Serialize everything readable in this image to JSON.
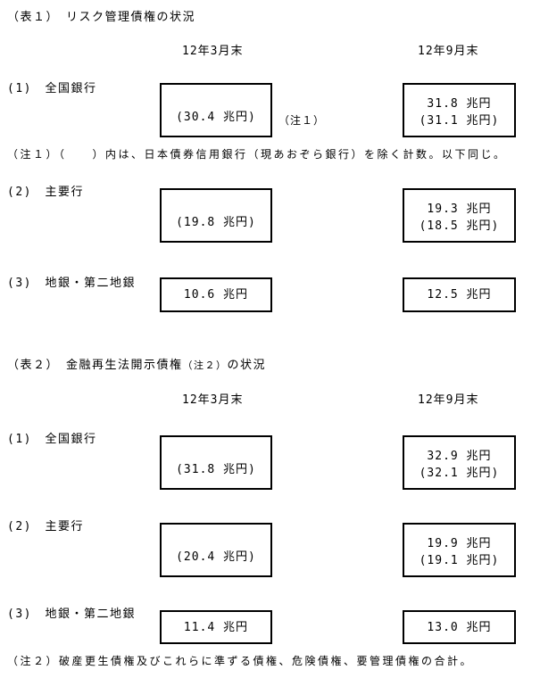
{
  "colors": {
    "background": "#ffffff",
    "text": "#000000",
    "box_border": "#000000"
  },
  "table1": {
    "title": "（表１）　リスク管理債権の状況",
    "col_march": "12年3月末",
    "col_sept": "12年9月末",
    "note": "（注１）（　　）内は、日本債券信用銀行（現あおぞら銀行）を除く計数。以下同じ。",
    "rows": [
      {
        "label": "(1)　全国銀行",
        "march_line2": "(30.4 兆円)",
        "side_note": "（注１）",
        "sept_line1": "31.8 兆円",
        "sept_line2": "(31.1 兆円)"
      },
      {
        "label": "(2)　主要行",
        "march_line2": "(19.8 兆円)",
        "sept_line1": "19.3 兆円",
        "sept_line2": "(18.5 兆円)"
      },
      {
        "label": "(3)　地銀・第二地銀",
        "march_value": "10.6 兆円",
        "sept_value": "12.5 兆円"
      }
    ]
  },
  "table2": {
    "title_pre": "（表２）　金融再生法開示債権",
    "title_note": "（注２）",
    "title_post": "の状況",
    "col_march": "12年3月末",
    "col_sept": "12年9月末",
    "note": "（注２）破産更生債権及びこれらに準ずる債権、危険債権、要管理債権の合計。",
    "rows": [
      {
        "label": "(1)　全国銀行",
        "march_line2": "(31.8 兆円)",
        "sept_line1": "32.9 兆円",
        "sept_line2": "(32.1 兆円)"
      },
      {
        "label": "(2)　主要行",
        "march_line2": "(20.4 兆円)",
        "sept_line1": "19.9 兆円",
        "sept_line2": "(19.1 兆円)"
      },
      {
        "label": "(3)　地銀・第二地銀",
        "march_value": "11.4 兆円",
        "sept_value": "13.0 兆円"
      }
    ]
  }
}
